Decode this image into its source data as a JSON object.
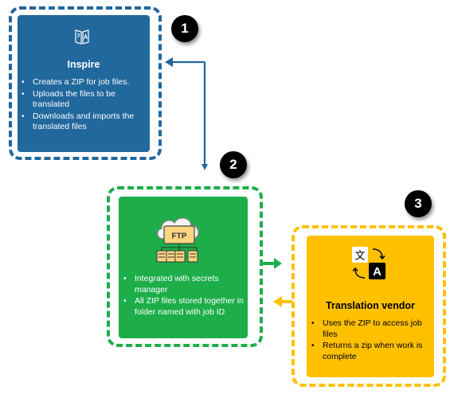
{
  "steps": [
    {
      "number": "1",
      "title": "Inspire",
      "icon": "translate-book-icon",
      "color": "#21689D",
      "bullets": [
        "Creates a ZIP for job files.",
        "Uploads the files to be translated",
        "Downloads and imports the translated files"
      ]
    },
    {
      "number": "2",
      "title": "",
      "icon": "ftp-cloud-server-icon",
      "color": "#1DAE4A",
      "bullets": [
        "Integrated with secrets manager",
        "All ZIP files stored together in folder named with job ID"
      ]
    },
    {
      "number": "3",
      "title": "Translation vendor",
      "icon": "translate-icon",
      "color": "#FFC000",
      "bullets": [
        "Uses the ZIP to access job files",
        "Returns a zip when work is complete"
      ]
    }
  ],
  "icon_glyphs": {
    "ftp": "FTP",
    "translate_a": "A",
    "translate_wen": "文"
  },
  "colors": {
    "blue": "#21689D",
    "green": "#1DAE4A",
    "yellow": "#FFC000",
    "badge": "#000000"
  }
}
